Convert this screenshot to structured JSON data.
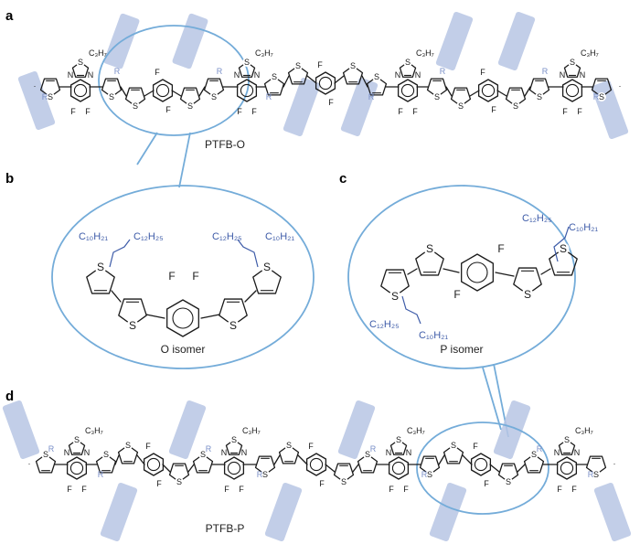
{
  "panels": {
    "a": "a",
    "b": "b",
    "c": "c",
    "d": "d"
  },
  "polymers": {
    "top": "PTFB-O",
    "bottom": "PTFB-P"
  },
  "isomers": {
    "o": "O isomer",
    "p": "P isomer"
  },
  "atoms": {
    "S": "S",
    "F": "F",
    "N": "N",
    "R": "R",
    "propyl": "C₃H₇"
  },
  "side_chains": {
    "o_left": [
      "C₁₀H₂₁",
      "C₁₂H₂₅"
    ],
    "o_right": [
      "C₁₂H₂₅",
      "C₁₀H₂₁"
    ],
    "p_top": [
      "C₁₂H₂₅",
      "C₁₀H₂₁"
    ],
    "p_bottom": [
      "C₁₂H₂₅",
      "C₁₀H₂₁"
    ]
  },
  "colors": {
    "lens": "#74acd9",
    "side_chain": "#3d5ba8",
    "highlight": "#b7c6e4"
  }
}
